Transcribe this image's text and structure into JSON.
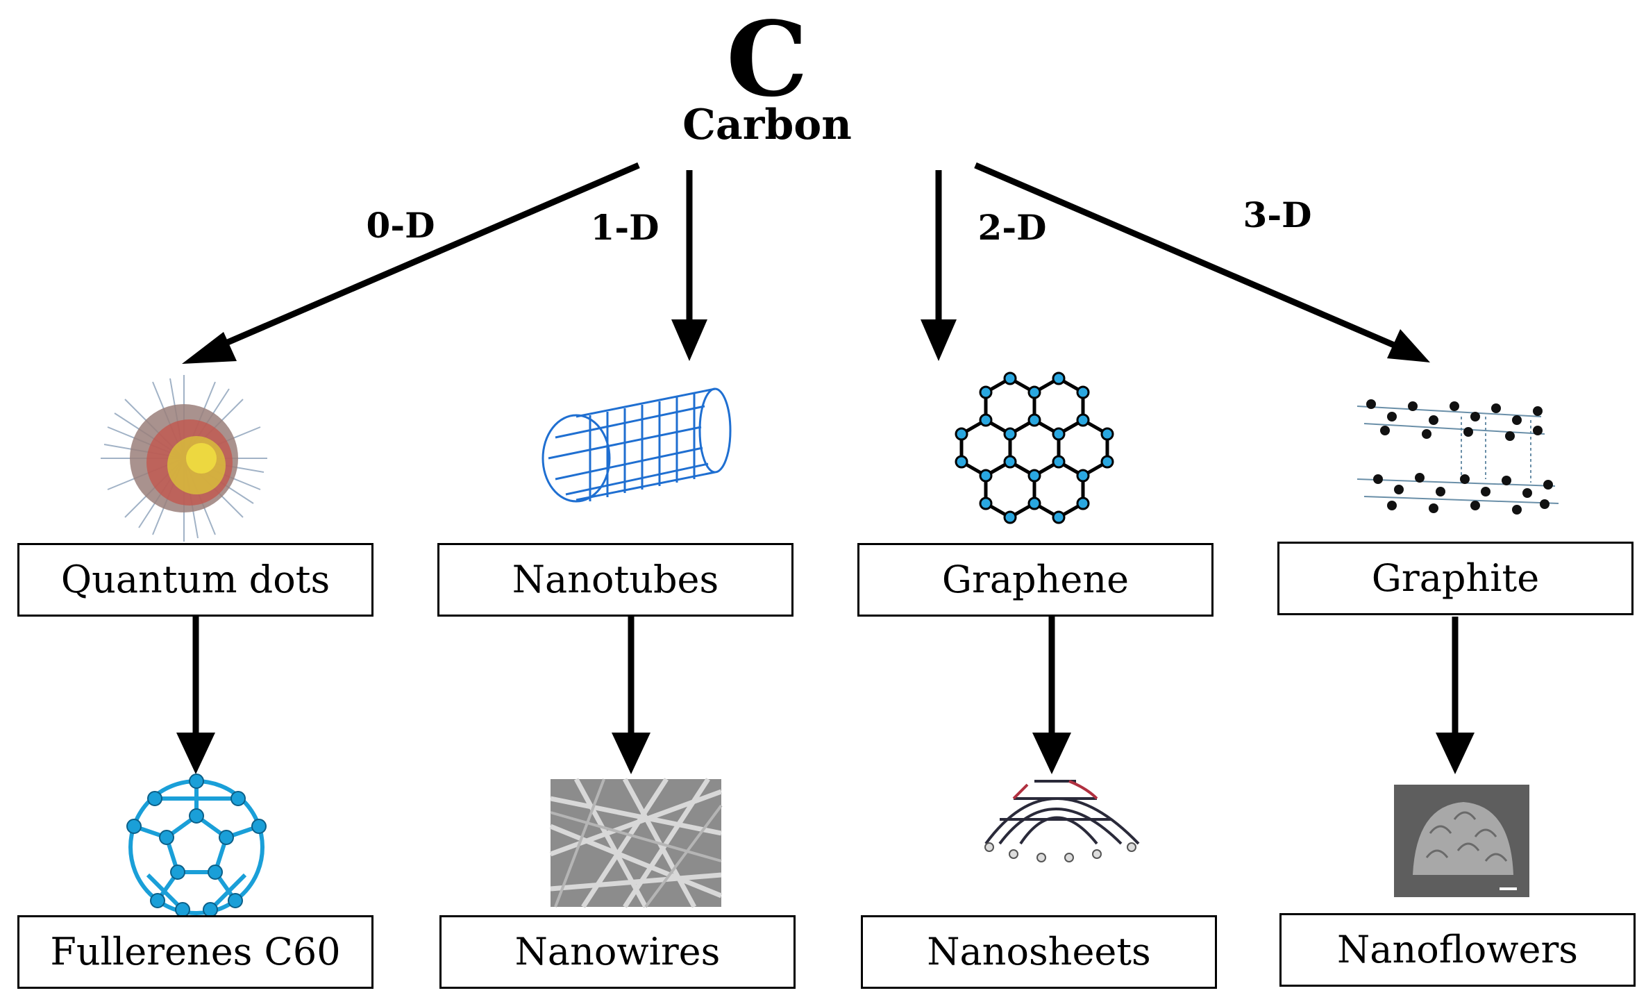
{
  "root": {
    "symbol": "C",
    "name": "Carbon"
  },
  "dimensions": [
    "0-D",
    "1-D",
    "2-D",
    "3-D"
  ],
  "categories": [
    {
      "label": "Quantum dots",
      "child": "Fullerenes C60"
    },
    {
      "label": "Nanotubes",
      "child": "Nanowires"
    },
    {
      "label": "Graphene",
      "child": "Nanosheets"
    },
    {
      "label": "Graphite",
      "child": "Nanoflowers"
    }
  ],
  "colors": {
    "line": "#000000",
    "tube": "#1f6fd1",
    "fullerene": "#1a9fd8",
    "node": "#2aa7e0",
    "sem": "#8c8c8c"
  },
  "icons": [
    "quantum-dot-icon",
    "nanotube-icon",
    "graphene-lattice-icon",
    "graphite-layers-icon",
    "fullerene-icon",
    "nanowires-micrograph-icon",
    "nanosheet-dome-icon",
    "nanoflower-micrograph-icon"
  ]
}
